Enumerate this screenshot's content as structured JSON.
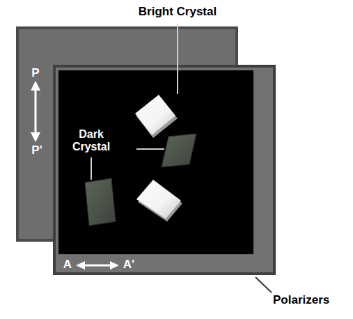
{
  "diagram": {
    "labels": [
      "Bright Crystal",
      "Dark Crystal",
      "P",
      "P'",
      "A",
      "A'",
      "Polarizers"
    ]
  }
}
